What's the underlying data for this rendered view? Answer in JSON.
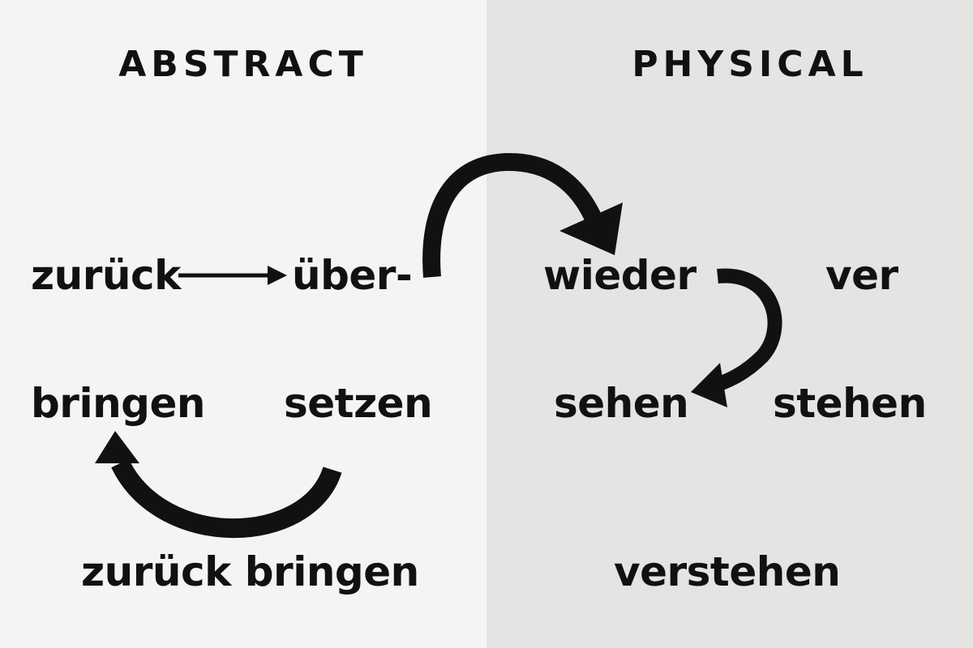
{
  "left": {
    "heading": "ABSTRACT",
    "words": {
      "zuruck": "zurück",
      "uber": "über-",
      "bringen": "bringen",
      "setzen": "setzen",
      "zuruck_bringen": "zurück bringen"
    }
  },
  "right": {
    "heading": "PHYSICAL",
    "words": {
      "wieder": "wieder",
      "ver": "ver",
      "sehen": "sehen",
      "stehen": "stehen",
      "verstehen": "verstehen"
    }
  },
  "colors": {
    "left_background": "#f4f4f2",
    "right_background": "#e4e4e2",
    "ink": "#111111"
  }
}
